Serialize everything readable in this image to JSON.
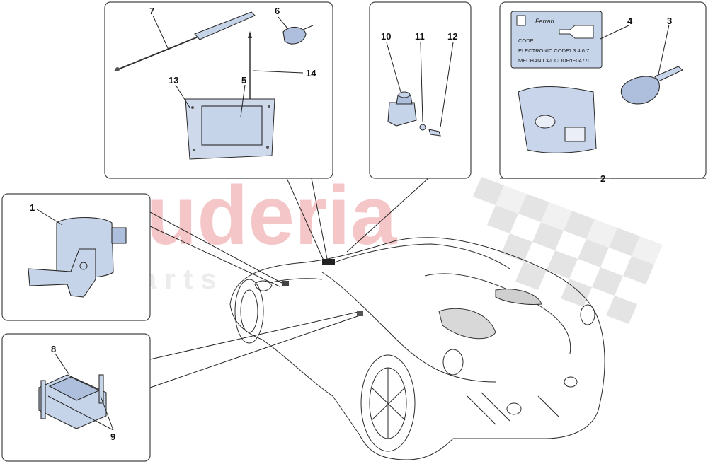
{
  "watermark": {
    "brand": "scuderia",
    "sub": "c a r p a r t s",
    "brand_color": "#f5c6c8",
    "checker_color": "#e2e2e2"
  },
  "callouts": {
    "c1": "1",
    "c2": "2",
    "c3": "3",
    "c4": "4",
    "c5": "5",
    "c6": "6",
    "c7": "7",
    "c8": "8",
    "c9": "9",
    "c10": "10",
    "c11": "11",
    "c12": "12",
    "c13": "13",
    "c14": "14"
  },
  "key_card": {
    "logo": "Ferrari",
    "code_label": "CODE:",
    "electronic_label": "ELECTRONIC CODE:",
    "electronic_value": "1.3.4.6.7",
    "mechanical_label": "MECHANICAL CODE:",
    "mechanical_value": "DE04770"
  },
  "colors": {
    "part_fill": "#c6d4ea",
    "outline": "#2a2a2a"
  }
}
